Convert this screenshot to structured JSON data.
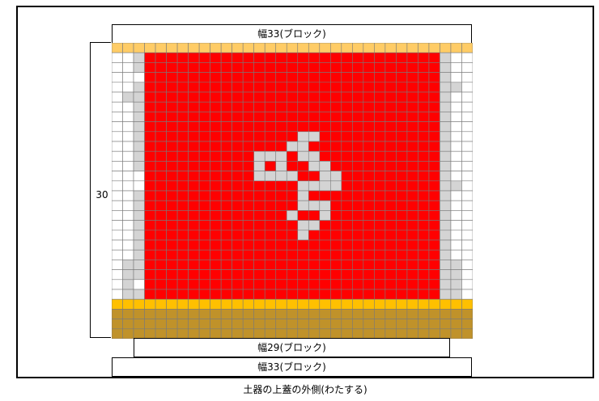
{
  "labels": {
    "top_width": "幅33(ブロック)",
    "bottom_inner_width": "幅29(ブロック)",
    "bottom_outer_width": "幅33(ブロック)",
    "height": "30",
    "caption": "土器の上蓋の外側(わたする)"
  },
  "grid": {
    "cols": 33,
    "rows": 30,
    "colors": {
      "white": "#ffffff",
      "gray": "#d4d4d4",
      "red": "#ff0000",
      "yellow": "#ffcc66",
      "orange": "#ffc000",
      "gold": "#c0922a",
      "line": "#7a7a7a"
    }
  }
}
